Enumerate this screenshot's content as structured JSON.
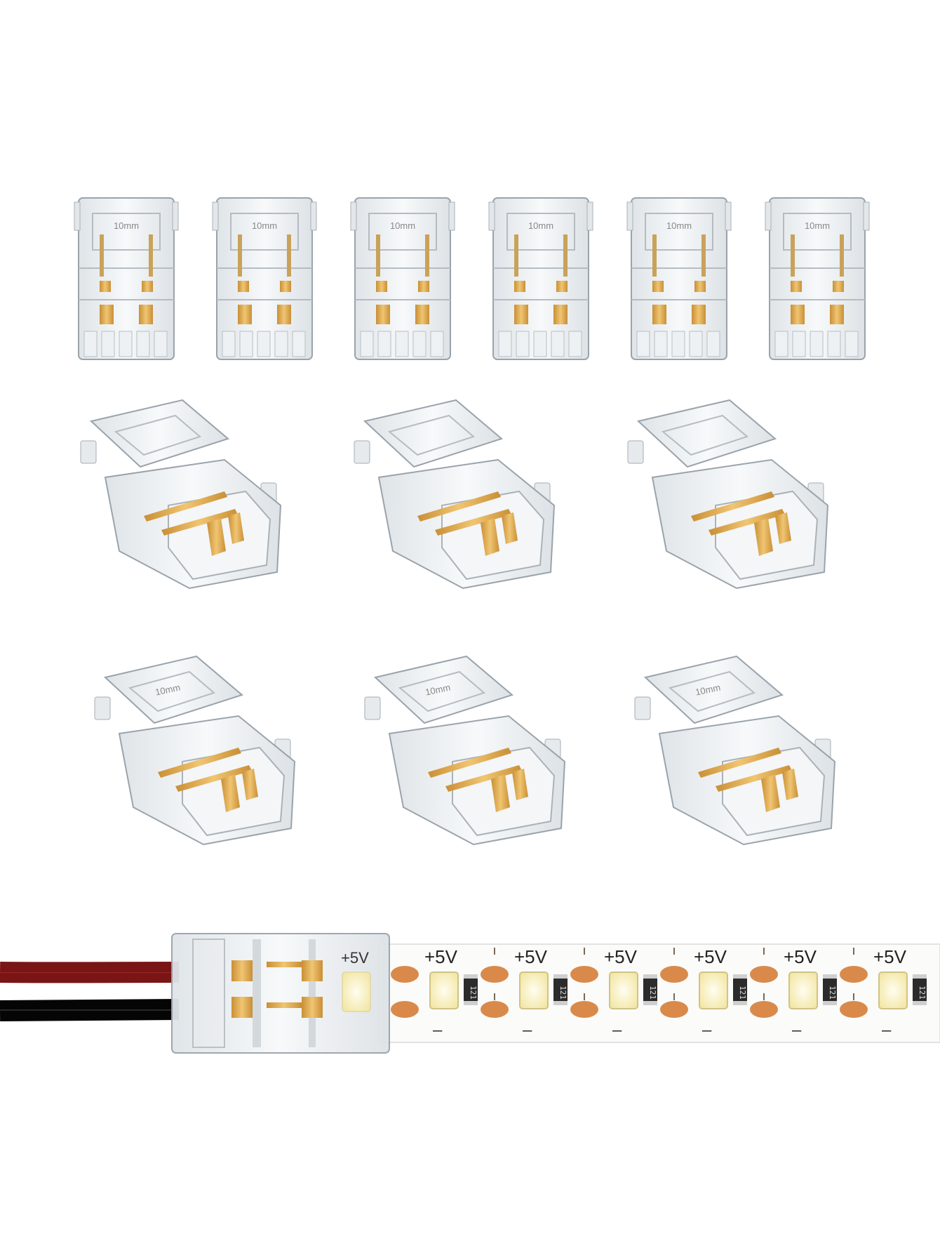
{
  "photo": {
    "background": "#ffffff",
    "colors": {
      "clear_plastic": "#e9edf1",
      "plastic_edge": "#9aa3ab",
      "brass": "#d9a64a",
      "copper_pad": "#d98a4a",
      "led_face": "#fff6c8",
      "wire_red": "#a82a2a",
      "wire_black": "#1e1e1e"
    },
    "top_row": {
      "count": 6,
      "marking": "10mm"
    },
    "open_rows": [
      {
        "count": 3
      },
      {
        "count": 3,
        "marking": "10mm"
      }
    ],
    "strip": {
      "connector_label": "+5V",
      "segment_label": "+5V",
      "minus_label": "–",
      "resistor_code": "121",
      "segments": 6
    }
  }
}
